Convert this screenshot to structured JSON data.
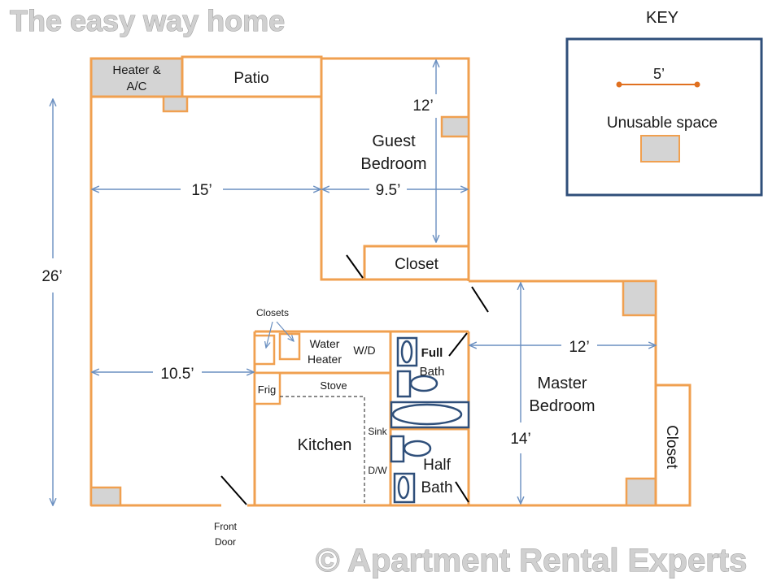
{
  "header": {
    "title": "The easy way home"
  },
  "footer": {
    "copyright": "© Apartment Rental Experts"
  },
  "key": {
    "title": "KEY",
    "scale_label": "5’",
    "unusable_label": "Unusable space"
  },
  "rooms": {
    "heater": [
      "Heater &",
      "A/C"
    ],
    "patio": "Patio",
    "guest_bedroom": [
      "Guest",
      "Bedroom"
    ],
    "guest_closet": "Closet",
    "closets_note": "Closets",
    "water_heater": [
      "Water",
      "Heater"
    ],
    "wd": "W/D",
    "frig": "Frig",
    "stove": "Stove",
    "kitchen": "Kitchen",
    "sink": "Sink",
    "dw": "D/W",
    "full_bath": [
      "Full",
      "Bath"
    ],
    "half_bath": [
      "Half",
      "Bath"
    ],
    "master_bedroom": [
      "Master",
      "Bedroom"
    ],
    "master_closet": "Closet",
    "front_door": [
      "Front",
      "Door"
    ]
  },
  "dimensions": {
    "overall_depth": "26’",
    "living_width": "15’",
    "guest_width": "9.5’",
    "guest_depth": "12’",
    "kitchen_offset": "10.5’",
    "master_width": "12’",
    "master_depth": "14’"
  },
  "colors": {
    "wall": "#f0a050",
    "dimension": "#6a8fc0",
    "fixture": "#2f4f7a",
    "unusable_fill": "#d4d4d4",
    "key_border": "#2f4f7a",
    "scale_dot": "#e07020"
  }
}
